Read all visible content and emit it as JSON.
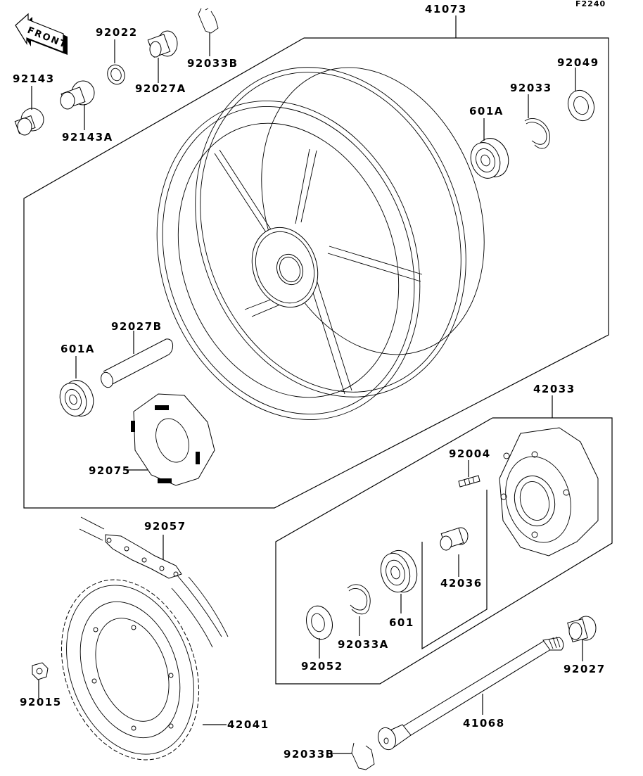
{
  "diagram": {
    "code": "F2240",
    "front_label": "FRONT",
    "colors": {
      "line": "#000000",
      "background": "#ffffff"
    }
  },
  "parts": {
    "p41073": "41073",
    "p92022": "92022",
    "p92033B_top": "92033B",
    "p92143": "92143",
    "p92027A": "92027A",
    "p92143A": "92143A",
    "p92049": "92049",
    "p92033": "92033",
    "p601A_top": "601A",
    "p92027B": "92027B",
    "p601A_left": "601A",
    "p92075": "92075",
    "p42033": "42033",
    "p92004": "92004",
    "p42036": "42036",
    "p92057": "92057",
    "p601": "601",
    "p92033A": "92033A",
    "p92052": "92052",
    "p92027": "92027",
    "p92015": "92015",
    "p42041": "42041",
    "p41068": "41068",
    "p92033B_bottom": "92033B"
  }
}
